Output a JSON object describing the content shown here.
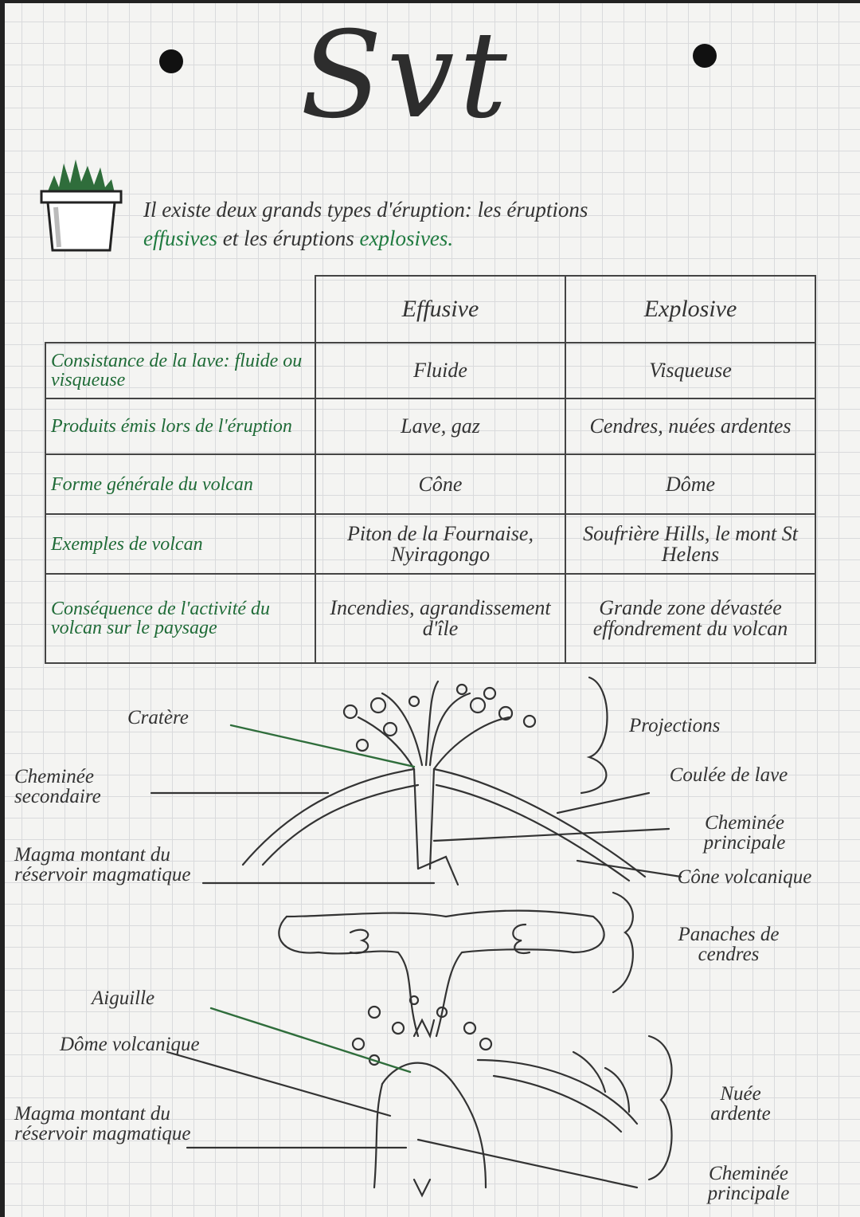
{
  "title": "Svt",
  "intro": {
    "part1": "Il existe deux grands types d'éruption: les éruptions",
    "effusive_word": "effusives",
    "part2": "et les éruptions",
    "explosive_word": "explosives."
  },
  "table": {
    "columns": [
      "Effusive",
      "Explosive"
    ],
    "rows": [
      {
        "label": "Consistance de la lave: fluide ou visqueuse",
        "effusive": "Fluide",
        "explosive": "Visqueuse"
      },
      {
        "label": "Produits émis lors de l'éruption",
        "effusive": "Lave, gaz",
        "explosive": "Cendres, nuées ardentes"
      },
      {
        "label": "Forme générale du volcan",
        "effusive": "Cône",
        "explosive": "Dôme"
      },
      {
        "label": "Exemples de volcan",
        "effusive": "Piton de la Fournaise, Nyiragongo",
        "explosive": "Soufrière Hills, le mont St Helens"
      },
      {
        "label": "Conséquence de l'activité du volcan sur le paysage",
        "effusive": "Incendies, agrandissement d'île",
        "explosive": "Grande zone dévastée effondrement du volcan"
      }
    ]
  },
  "diagram_effusive": {
    "cratere": "Cratère",
    "cheminee_secondaire": "Cheminée secondaire",
    "magma": "Magma montant du réservoir magmatique",
    "projections": "Projections",
    "coulee": "Coulée de lave",
    "cheminee_principale": "Cheminée principale",
    "cone": "Cône volcanique"
  },
  "diagram_explosive": {
    "panaches": "Panaches de cendres",
    "aiguille": "Aiguille",
    "dome": "Dôme volcanique",
    "magma": "Magma montant du réservoir magmatique",
    "nuee": "Nuée ardente",
    "cheminee_principale": "Cheminée principale"
  },
  "colors": {
    "accent_green": "#1f7a3f",
    "ink": "#333333",
    "plant": "#2f6d3b"
  }
}
